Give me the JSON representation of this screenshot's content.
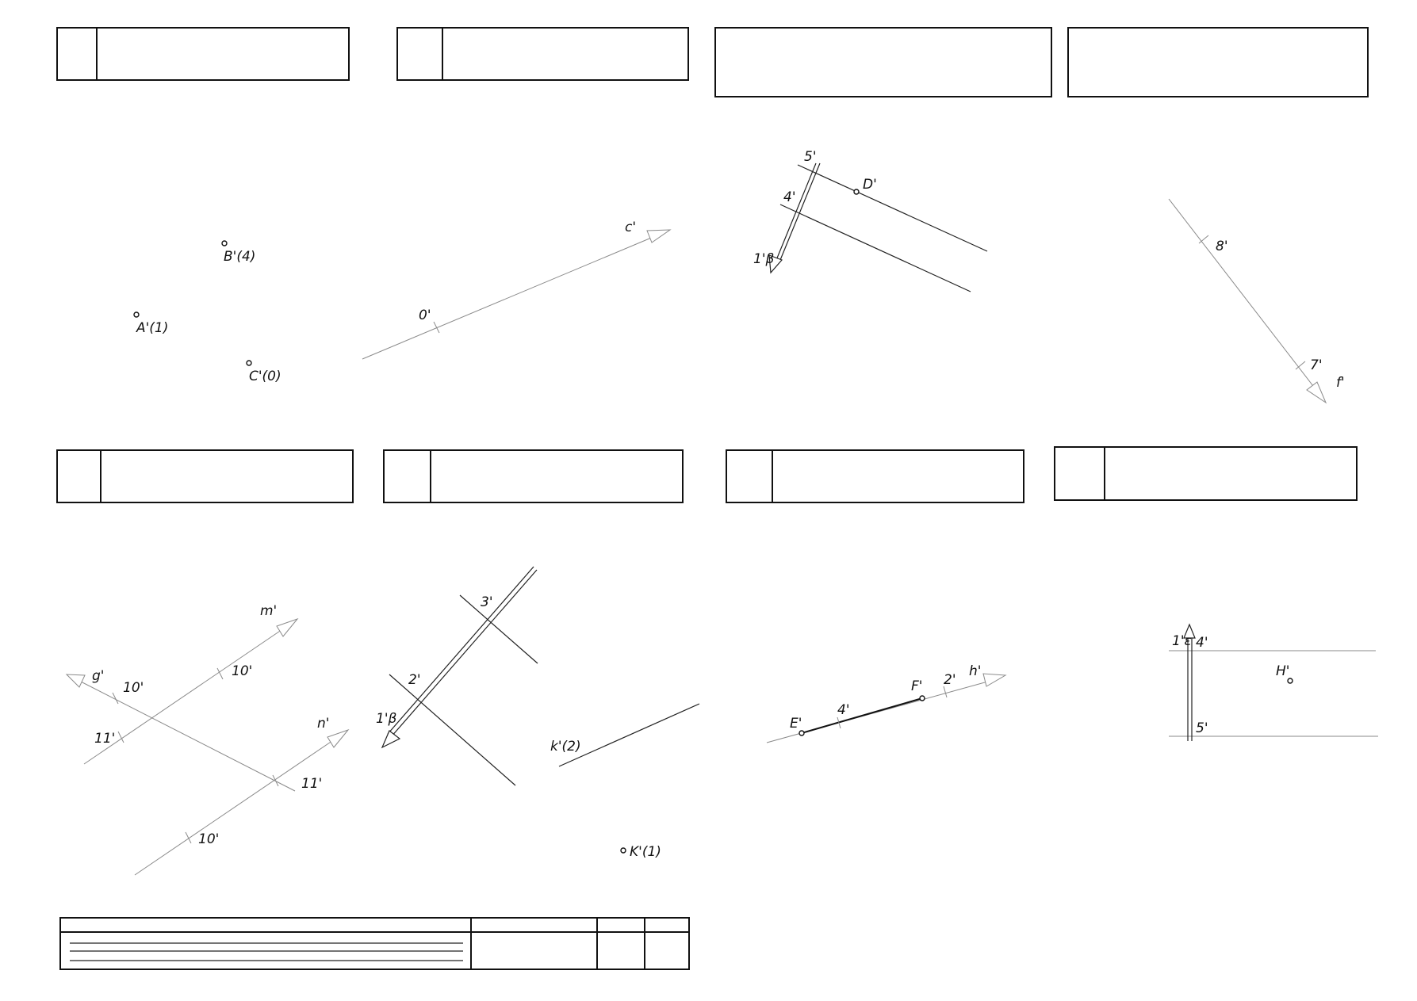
{
  "labels": {
    "b1": "B'(4)",
    "a1": "A'(1)",
    "c1": "C'(0)",
    "c_line": "c'",
    "zero": "0'",
    "five": "5'",
    "four": "4'",
    "d1": "D'",
    "beta_trace": "1'β",
    "eight": "8'",
    "seven": "7'",
    "f_line": "f'",
    "m_line": "m'",
    "g_line": "g'",
    "n_line": "n'",
    "m_ten": "10'",
    "g_ten": "10'",
    "g_eleven": "11'",
    "n_eleven": "11'",
    "n_ten": "10'",
    "three": "3'",
    "two": "2'",
    "beta_trace2": "1'β",
    "k_line": "k'(2)",
    "k_point": "K'(1)",
    "e1": "E'",
    "f1": "F'",
    "four_b": "4'",
    "two_b": "2'",
    "h_line": "h'",
    "eps_trace": "1'ε",
    "four_c": "4'",
    "five_c": "5'",
    "h_point": "H'"
  }
}
